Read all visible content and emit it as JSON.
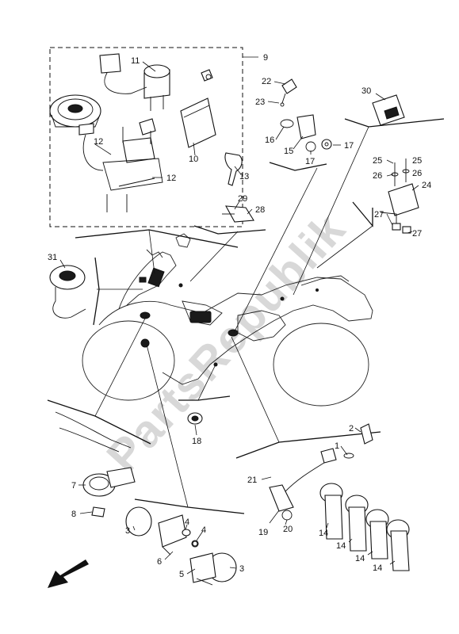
{
  "watermark": "PartsRepublik",
  "labels": {
    "p1": "1",
    "p2": "2",
    "p3a": "3",
    "p3b": "3",
    "p4a": "4",
    "p4b": "4",
    "p5": "5",
    "p6": "6",
    "p7": "7",
    "p8": "8",
    "p9": "9",
    "p10": "10",
    "p11": "11",
    "p12a": "12",
    "p12b": "12",
    "p13": "13",
    "p14a": "14",
    "p14b": "14",
    "p14c": "14",
    "p14d": "14",
    "p15": "15",
    "p16": "16",
    "p17a": "17",
    "p17b": "17",
    "p18": "18",
    "p19": "19",
    "p20": "20",
    "p21": "21",
    "p22": "22",
    "p23": "23",
    "p24": "24",
    "p25a": "25",
    "p25b": "25",
    "p26a": "26",
    "p26b": "26",
    "p27a": "27",
    "p27b": "27",
    "p28": "28",
    "p29": "29",
    "p30": "30",
    "p31": "31"
  },
  "colors": {
    "line": "#111111",
    "watermark": "#d8d8d8",
    "background": "#ffffff"
  },
  "icons": {
    "direction": "front-arrow-icon"
  }
}
